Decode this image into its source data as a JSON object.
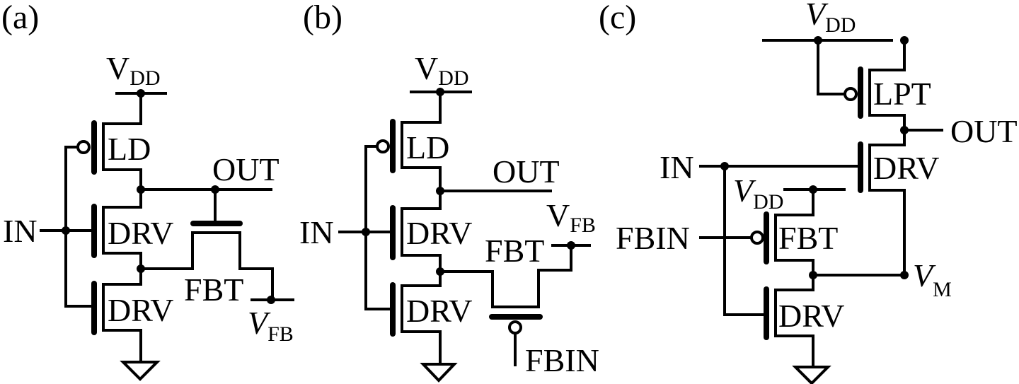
{
  "figure": {
    "panels": [
      {
        "id": "a",
        "label": "(a)",
        "transistors": [
          {
            "name": "LD",
            "type": "pmos"
          },
          {
            "name": "DRV",
            "type": "nmos"
          },
          {
            "name": "DRV",
            "type": "nmos"
          },
          {
            "name": "FBT",
            "type": "nmos"
          }
        ],
        "nets": {
          "supply": "V",
          "supply_sub": "DD",
          "input": "IN",
          "output": "OUT",
          "feedback": "V",
          "feedback_sub": "FB"
        }
      },
      {
        "id": "b",
        "label": "(b)",
        "transistors": [
          {
            "name": "LD",
            "type": "pmos"
          },
          {
            "name": "DRV",
            "type": "nmos"
          },
          {
            "name": "DRV",
            "type": "nmos"
          },
          {
            "name": "FBT",
            "type": "pmos"
          }
        ],
        "nets": {
          "supply": "V",
          "supply_sub": "DD",
          "input": "IN",
          "output": "OUT",
          "feedback": "V",
          "feedback_sub": "FB",
          "feedback_input": "FBIN"
        }
      },
      {
        "id": "c",
        "label": "(c)",
        "transistors": [
          {
            "name": "LPT",
            "type": "pmos"
          },
          {
            "name": "DRV",
            "type": "nmos"
          },
          {
            "name": "FBT",
            "type": "pmos"
          },
          {
            "name": "DRV",
            "type": "nmos"
          }
        ],
        "nets": {
          "supply": "V",
          "supply_sub": "DD",
          "supply2": "V",
          "supply2_sub": "DD",
          "input": "IN",
          "output": "OUT",
          "feedback_input": "FBIN",
          "middle": "V",
          "middle_sub": "M"
        }
      }
    ]
  }
}
